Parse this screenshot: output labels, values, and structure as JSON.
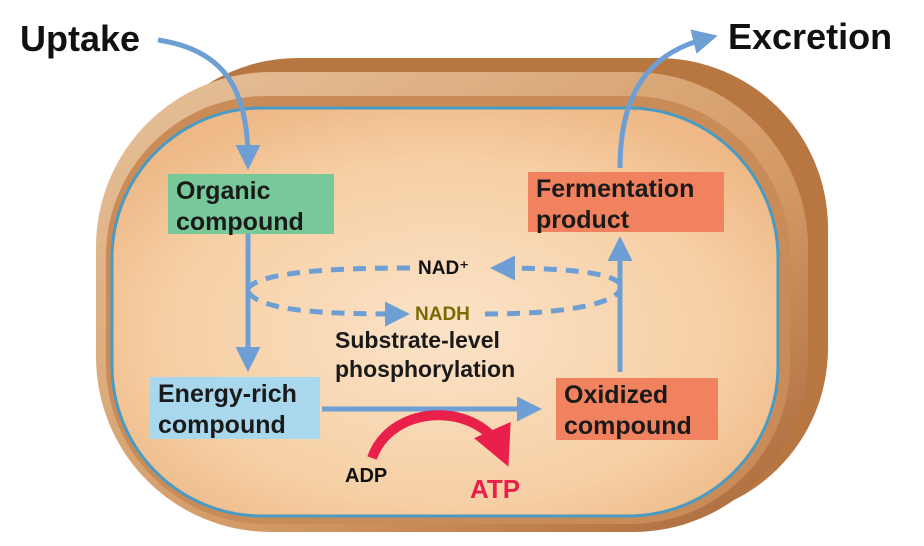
{
  "labels": {
    "uptake": "Uptake",
    "excretion": "Excretion",
    "nad_plus": "NAD⁺",
    "nadh": "NADH",
    "substrate_level": [
      "Substrate-level",
      "phosphorylation"
    ],
    "adp": "ADP",
    "atp": "ATP"
  },
  "boxes": {
    "organic": [
      "Organic",
      "compound"
    ],
    "fermentation": [
      "Fermentation",
      "product"
    ],
    "energy_rich": [
      "Energy-rich",
      "compound"
    ],
    "oxidized": [
      "Oxidized",
      "compound"
    ]
  },
  "colors": {
    "membrane_outer": "#d9a877",
    "membrane_dark": "#b8773f",
    "cytoplasm": "#f7c898",
    "inner_line": "#4a9bc4",
    "arrow_blue": "#6e9fd4",
    "organic_box": "#78c99a",
    "fermentation_box": "#f0825f",
    "energy_box": "#a9d7ee",
    "oxidized_box": "#f0825f",
    "atp_red": "#e8204a",
    "nadh_text": "#7a6a00"
  }
}
